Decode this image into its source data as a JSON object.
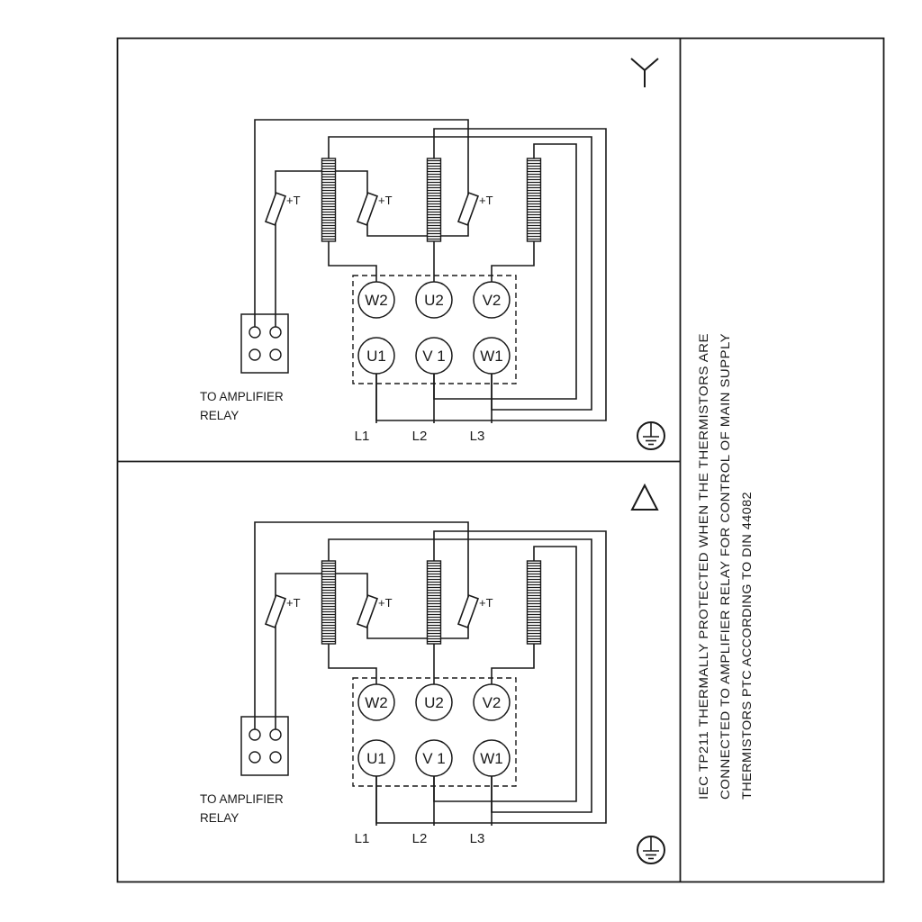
{
  "title_strip": {
    "lines": [
      "IEC TP211 THERMALLY PROTECTED WHEN THE THERMISTORS ARE",
      "CONNECTED TO AMPLIFIER RELAY FOR CONTROL OF MAIN SUPPLY",
      "THERMISTORS PTC ACCORDING TO DIN 44082"
    ]
  },
  "diagram": {
    "terminal_row_top": [
      "W2",
      "U2",
      "V2"
    ],
    "terminal_row_bottom": [
      "U1",
      "V 1",
      "W1"
    ],
    "supply_lines": [
      "L1",
      "L2",
      "L3"
    ],
    "thermistor_label": "+T",
    "amplifier_label_line1": "TO AMPLIFIER",
    "amplifier_label_line2": "RELAY"
  },
  "symbols": {
    "top_connection_icon": "star-connection",
    "bottom_connection_icon": "delta-connection",
    "earth_icon": "protective-earth-ground"
  },
  "colors": {
    "line": "#1a1a1a",
    "background": "#ffffff"
  }
}
